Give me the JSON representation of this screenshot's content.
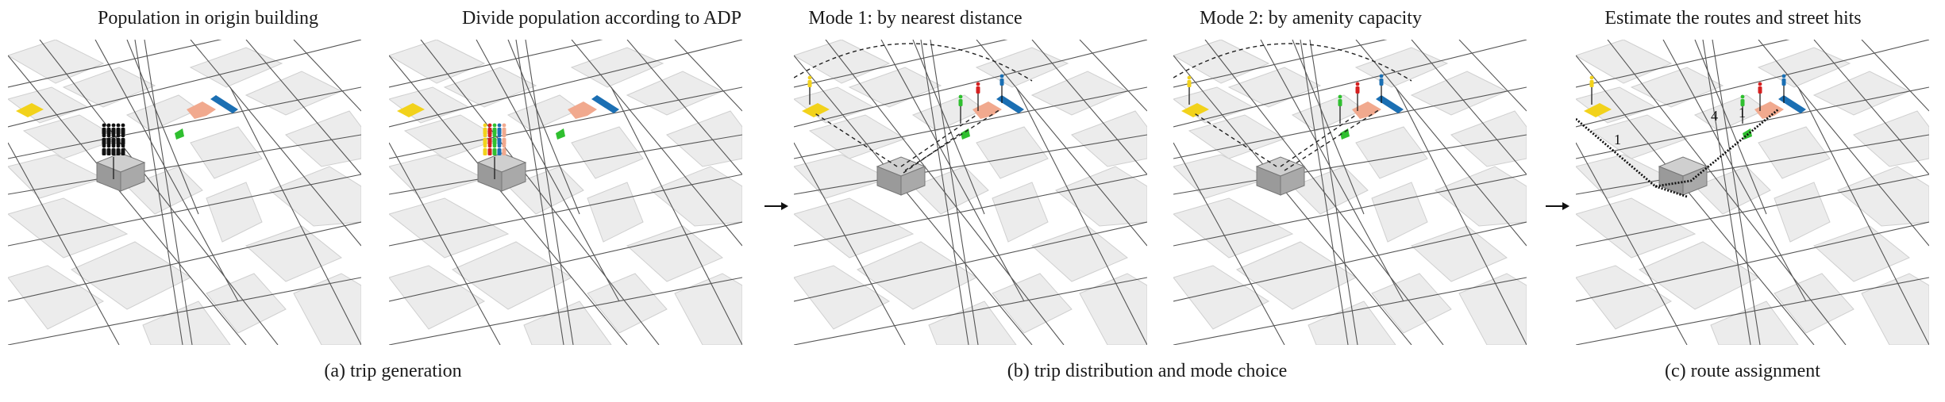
{
  "panels": [
    {
      "title": "Population in origin building"
    },
    {
      "title": "Divide population according to ADP"
    },
    {
      "title": "Mode 1: by nearest distance"
    },
    {
      "title": "Mode 2: by amenity capacity"
    },
    {
      "title": "Estimate the routes and street hits"
    }
  ],
  "captions": {
    "a": "(a) trip generation",
    "b": "(b) trip distribution and mode choice",
    "c": "(c) route assignment"
  },
  "route_labels": [
    "1",
    "4",
    "1"
  ],
  "colors": {
    "building": "#a9a9a9",
    "block": "#ececec",
    "street": "#555555",
    "yellow": "#f2d21b",
    "pink": "#f1a98e",
    "blue": "#1b6fb3",
    "green": "#2fbf2f",
    "red": "#d62020",
    "people": "#111111"
  },
  "icons": [
    "origin-building-icon",
    "population-icon",
    "amenity-yellow-icon",
    "amenity-pink-icon",
    "amenity-blue-icon",
    "amenity-green-icon"
  ]
}
